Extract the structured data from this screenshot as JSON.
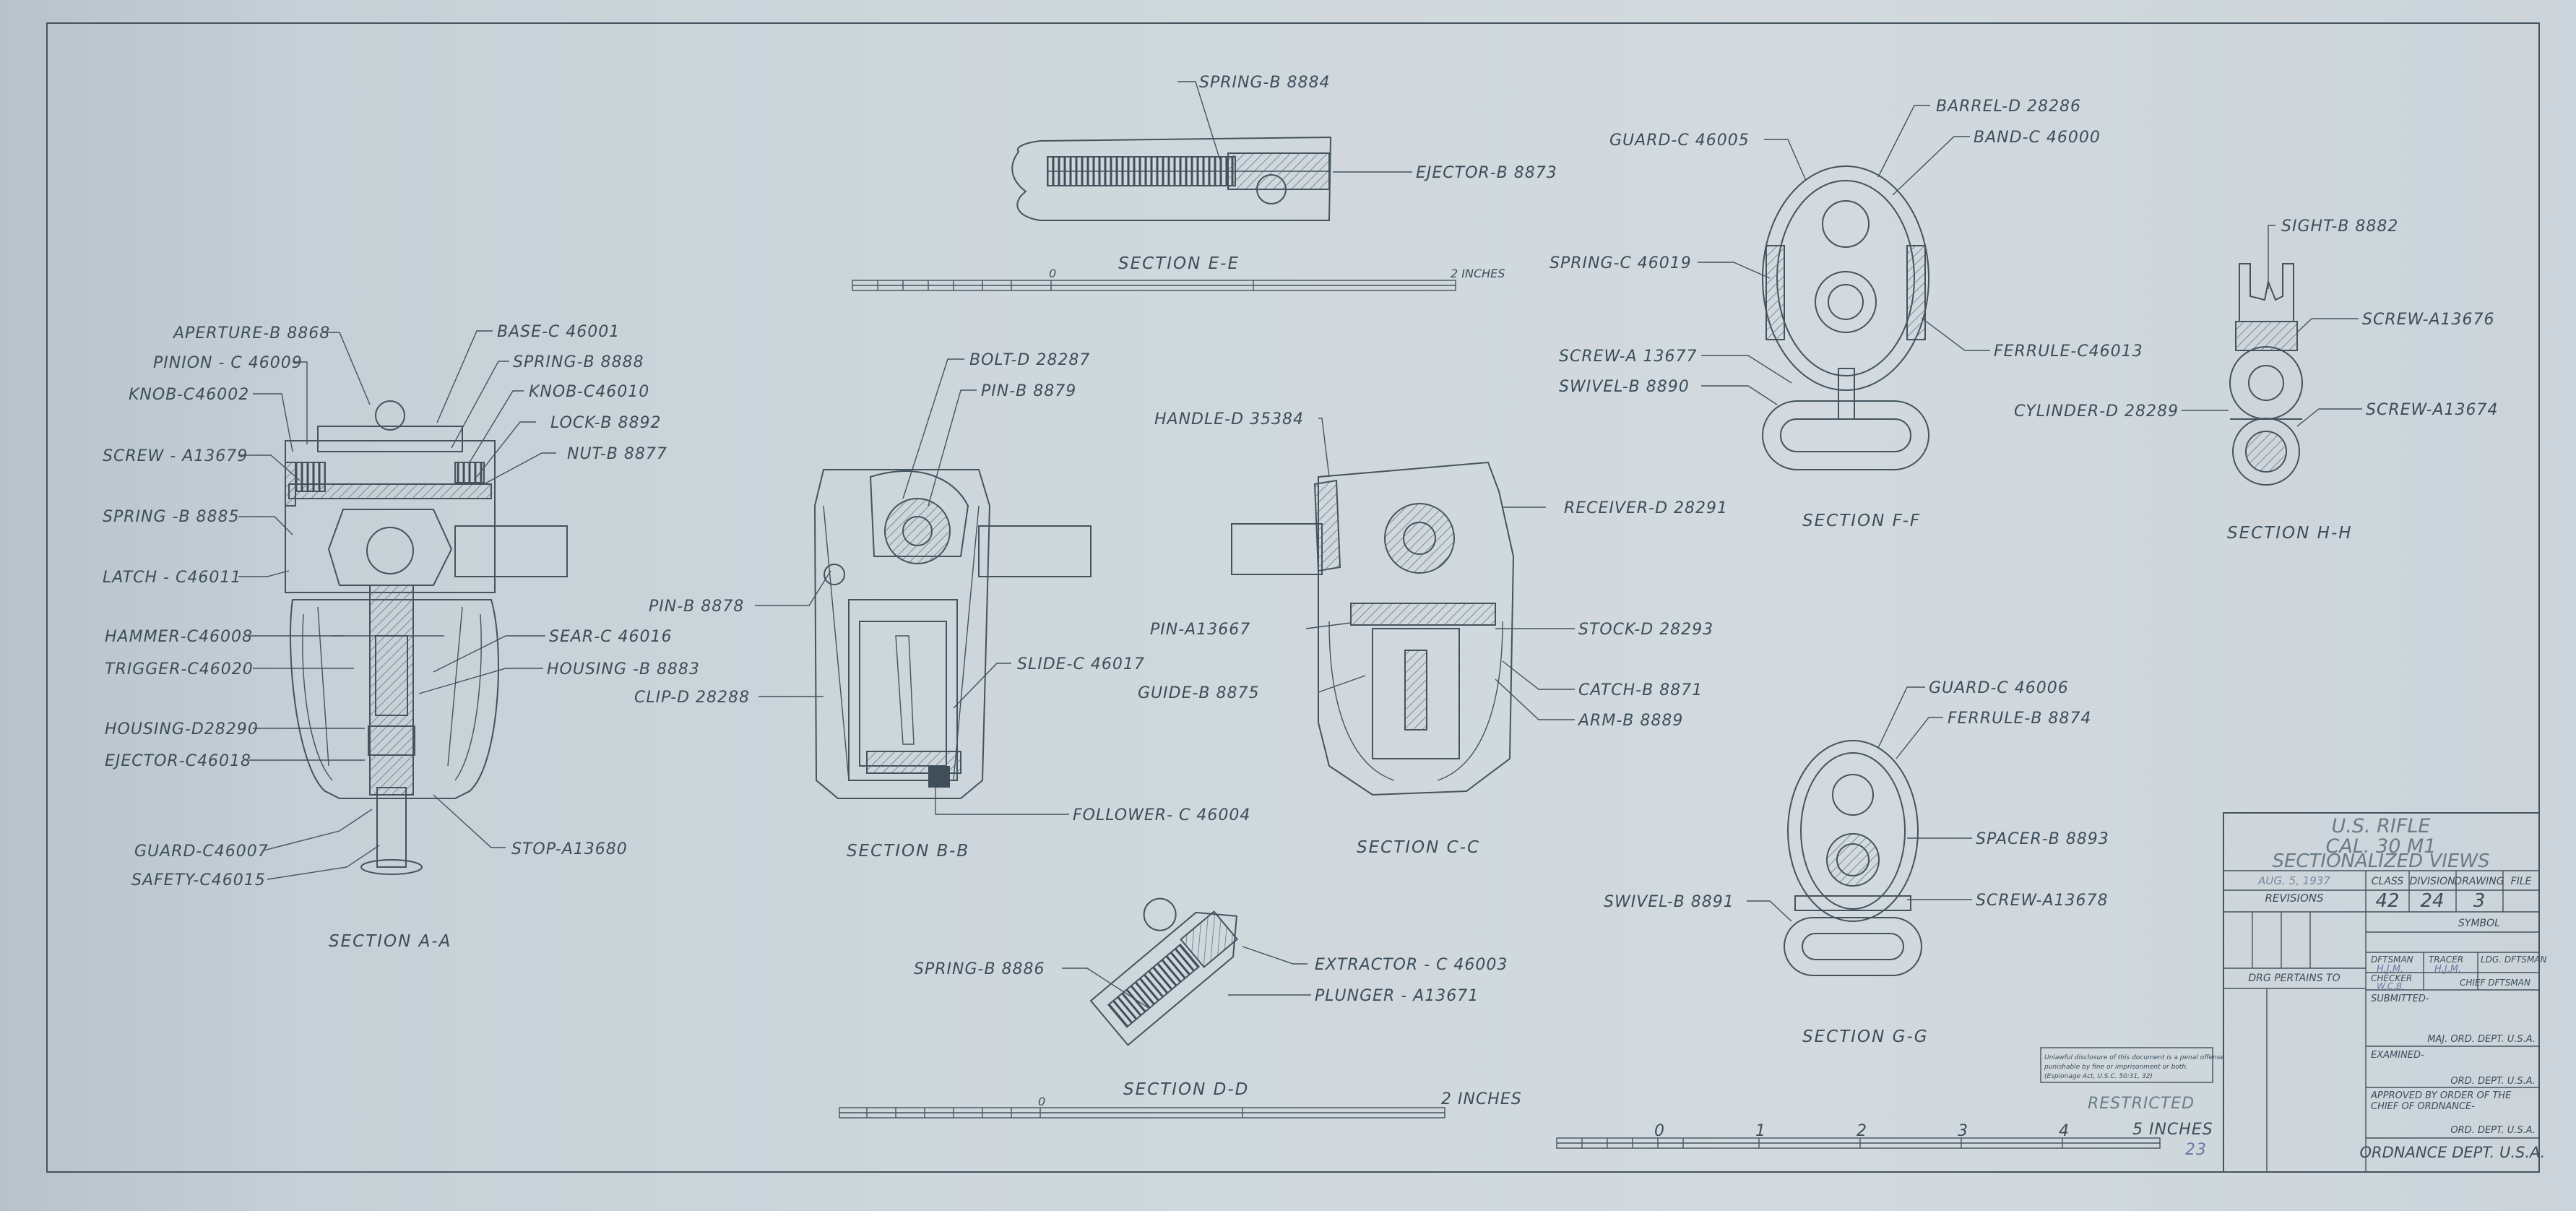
{
  "drawing": {
    "sections": {
      "a": "SECTION  A-A",
      "b": "SECTION  B-B",
      "c": "SECTION  C-C",
      "d": "SECTION  D-D",
      "e": "SECTION  E-E",
      "f": "SECTION  F-F",
      "g": "SECTION  G-G",
      "h": "SECTION  H-H"
    },
    "parts_a": {
      "aperture": "APERTURE-B 8868",
      "pinion": "PINION - C 46009",
      "knob1": "KNOB-C46002",
      "screw1": "SCREW - A13679",
      "spring1": "SPRING -B 8885",
      "latch": "LATCH - C46011",
      "hammer": "HAMMER-C46008",
      "trigger": "TRIGGER-C46020",
      "housing1": "HOUSING-D28290",
      "ejector1": "EJECTOR-C46018",
      "guard1": "GUARD-C46007",
      "safety": "SAFETY-C46015",
      "base": "BASE-C 46001",
      "spring2": "SPRING-B 8888",
      "knob2": "KNOB-C46010",
      "lock": "LOCK-B 8892",
      "nut": "NUT-B 8877",
      "sear": "SEAR-C 46016",
      "housing2": "HOUSING -B 8883",
      "stop": "STOP-A13680"
    },
    "parts_b": {
      "bolt": "BOLT-D 28287",
      "pin1": "PIN-B 8879",
      "pin2": "PIN-B 8878",
      "clip": "CLIP-D 28288",
      "slide": "SLIDE-C 46017",
      "follower": "FOLLOWER- C 46004"
    },
    "parts_c": {
      "handle": "HANDLE-D 35384",
      "receiver": "RECEIVER-D 28291",
      "pin3": "PIN-A13667",
      "guide": "GUIDE-B 8875",
      "stock": "STOCK-D 28293",
      "catch": "CATCH-B 8871",
      "arm": "ARM-B 8889"
    },
    "parts_d": {
      "spring": "SPRING-B 8886",
      "extractor": "EXTRACTOR - C 46003",
      "plunger": "PLUNGER - A13671"
    },
    "parts_e": {
      "spring": "SPRING-B 8884",
      "ejector": "EJECTOR-B 8873"
    },
    "parts_f": {
      "guard": "GUARD-C 46005",
      "barrel": "BARREL-D 28286",
      "band": "BAND-C 46000",
      "spring": "SPRING-C 46019",
      "ferrule": "FERRULE-C46013",
      "screw": "SCREW-A 13677",
      "swivel": "SWIVEL-B 8890"
    },
    "parts_g": {
      "guard": "GUARD-C 46006",
      "ferrule": "FERRULE-B 8874",
      "spacer": "SPACER-B 8893",
      "screw": "SCREW-A13678",
      "swivel": "SWIVEL-B 8891"
    },
    "parts_h": {
      "sight": "SIGHT-B 8882",
      "screw1": "SCREW-A13676",
      "cylinder": "CYLINDER-D 28289",
      "screw2": "SCREW-A13674"
    },
    "scales": {
      "e_zero": "0",
      "e_end": "2 INCHES",
      "d_zero": "0",
      "d_end": "2 INCHES",
      "main_ticks": [
        "0",
        "1",
        "2",
        "3",
        "4"
      ],
      "main_end": "5 INCHES"
    },
    "notice": {
      "line1": "Unlawful disclosure of this document is a penal offense",
      "line2": "punishable by fine or imprisonment or both.",
      "line3": "(Espionage Act, U.S.C. 50:31, 32)"
    },
    "restricted": "RESTRICTED",
    "sheet_number": "23"
  },
  "title_block": {
    "line1": "U.S. RIFLE",
    "line2": "CAL. 30 M1",
    "line3": "SECTIONALIZED VIEWS",
    "date": "AUG. 5, 1937",
    "revisions": "REVISIONS",
    "class_label": "CLASS",
    "division_label": "DIVISION",
    "drawing_label": "DRAWING",
    "file_label": "FILE",
    "class_value": "42",
    "division_value": "24",
    "drawing_value": "3",
    "symbol": "SYMBOL",
    "drg_pertains": "DRG PERTAINS TO",
    "draftsman": "DFTSMAN",
    "tracer": "TRACER",
    "chief_draftsman": "LDG. DFTSMAN",
    "draftsman_init": "H.J.M.",
    "tracer_init": "H.J.M.",
    "checker": "CHECKER",
    "checker_init": "W.C.B.",
    "chief": "CHIEF DFTSMAN",
    "submitted": "SUBMITTED-",
    "maj": "MAJ. ORD. DEPT. U.S.A.",
    "examined": "EXAMINED-",
    "ord1": "ORD. DEPT. U.S.A.",
    "approved1": "APPROVED BY ORDER OF THE",
    "approved2": "CHIEF OF ORDNANCE-",
    "ord2": "ORD. DEPT. U.S.A.",
    "footer": "ORDNANCE DEPT. U.S.A."
  }
}
